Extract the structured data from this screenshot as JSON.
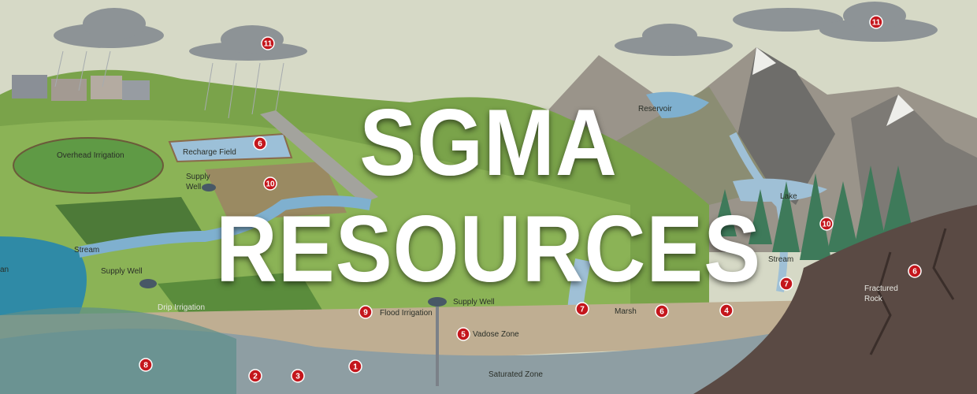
{
  "banner": {
    "title_line1": "SGMA",
    "title_line2": "RESOURCES"
  },
  "labels": {
    "overhead_irrigation": "Overhead Irrigation",
    "recharge_field": "Recharge Field",
    "supply_well_1": "Supply",
    "supply_well_1b": "Well",
    "stream_1": "Stream",
    "ocean_fragment": "an",
    "supply_well_2": "Supply Well",
    "drip_irrigation": "Drip Irrigation",
    "flood_irrigation": "Flood Irrigation",
    "supply_well_3": "Supply Well",
    "vadose_zone": "Vadose Zone",
    "saturated_zone": "Saturated Zone",
    "reservoir": "Reservoir",
    "lake": "Lake",
    "stream_2": "Stream",
    "marsh": "Marsh",
    "fractured_rock_1": "Fractured",
    "fractured_rock_2": "Rock"
  },
  "markers": [
    "11",
    "11",
    "6",
    "10",
    "6",
    "10",
    "9",
    "7",
    "7",
    "4",
    "6",
    "5",
    "8",
    "2",
    "3",
    "1"
  ],
  "colors": {
    "sky": "#d6d9c6",
    "marker": "#c4161c",
    "grass": "#7aa34a",
    "soil": "#bfae92",
    "saturated": "#8e9ea3",
    "rock": "#5a4a44",
    "water": "#7fb0cf"
  }
}
